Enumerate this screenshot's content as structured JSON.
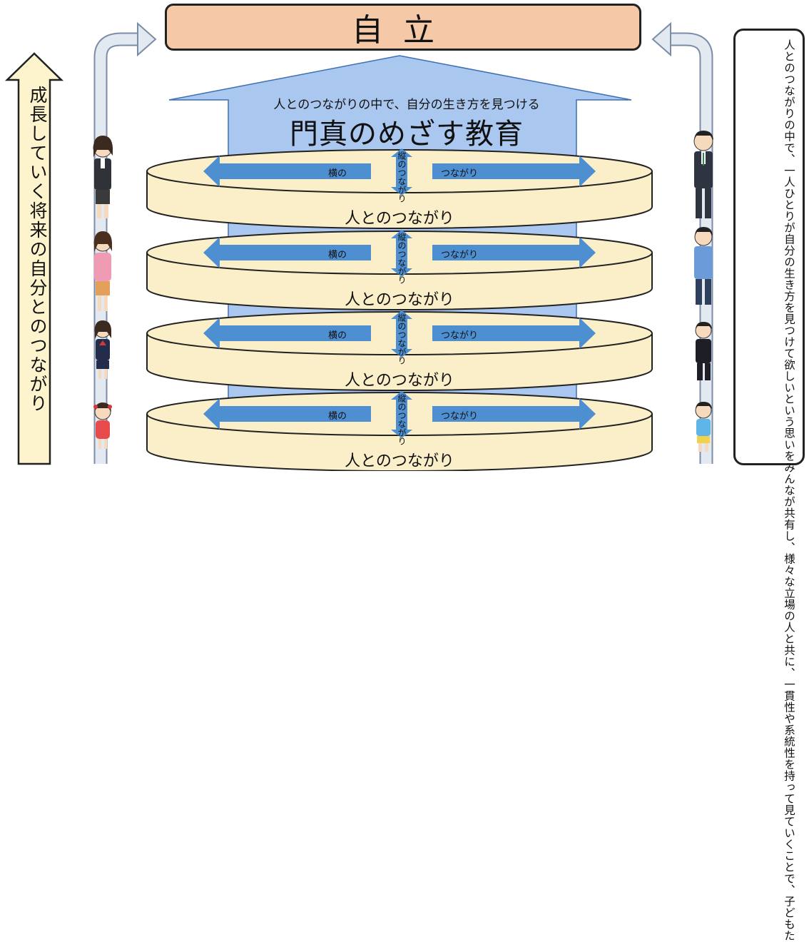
{
  "title": "自立",
  "center": {
    "subtitle": "人とのつながりの中で、自分の生き方を見つける",
    "main_title": "門真のめざす教育"
  },
  "growth_label": "成長していく将来の自分とのつながり",
  "note": "人とのつながりの中で、一人ひとりが自分の生き方を見つけて欲しいという思いをみんなが共有し、様々な立場の人と共に、一貫性や系統性を持って見ていくことで、子どもたちの自立をめざした教育を進めていきたい。",
  "layers": [
    {
      "horizontal_left": "横の",
      "horizontal_right": "つながり",
      "vertical": "縦のつながり",
      "ring_label": "人とのつながり"
    },
    {
      "horizontal_left": "横の",
      "horizontal_right": "つながり",
      "vertical": "縦のつながり",
      "ring_label": "人とのつながり"
    },
    {
      "horizontal_left": "横の",
      "horizontal_right": "つながり",
      "vertical": "縦のつながり",
      "ring_label": "人とのつながり"
    },
    {
      "horizontal_left": "横の",
      "horizontal_right": "つながり",
      "vertical": "縦のつながり",
      "ring_label": "人とのつながり"
    }
  ],
  "colors": {
    "title_fill": "#f5c9a8",
    "big_arrow": "#a9c7ef",
    "disk_fill": "#fbefc9",
    "arrow_blue": "#4d8fd1",
    "up_arrow_fill": "#fdf3cd"
  },
  "figures_left": [
    "woman-adult-icon",
    "woman-pink-icon",
    "girl-student-icon",
    "child-girl-icon"
  ],
  "figures_right": [
    "man-suit-icon",
    "man-blue-shirt-icon",
    "boy-student-icon",
    "boy-child-icon"
  ]
}
